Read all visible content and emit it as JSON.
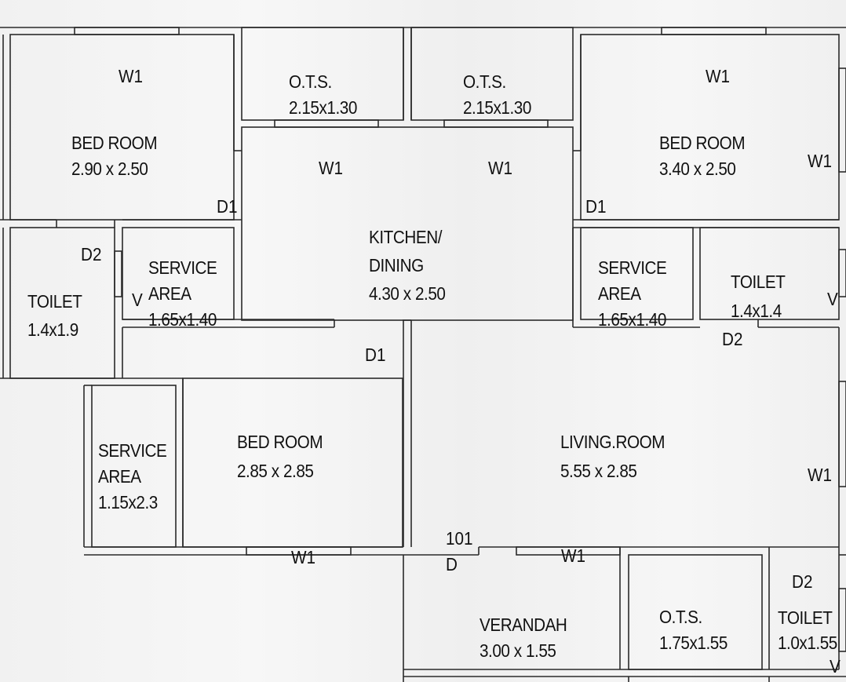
{
  "plan": {
    "unit_number": "101",
    "line_color": "#2a2a2a",
    "background_color": "#f3f3f3",
    "rooms": [
      {
        "id": "bedroom-1",
        "name": "BED ROOM",
        "dim": "2.90 x 2.50"
      },
      {
        "id": "ots-1",
        "name": "O.T.S.",
        "dim": "2.15x1.30"
      },
      {
        "id": "ots-2",
        "name": "O.T.S.",
        "dim": "2.15x1.30"
      },
      {
        "id": "bedroom-2",
        "name": "BED ROOM",
        "dim": "3.40 x 2.50"
      },
      {
        "id": "kitchen",
        "name": "KITCHEN/",
        "name2": "DINING",
        "dim": "4.30 x 2.50"
      },
      {
        "id": "toilet-1",
        "name": "TOILET",
        "dim": "1.4x1.9"
      },
      {
        "id": "service-1",
        "name": "SERVICE",
        "name2": "AREA",
        "dim": "1.65x1.40"
      },
      {
        "id": "service-2",
        "name": "SERVICE",
        "name2": "AREA",
        "dim": "1.65x1.40"
      },
      {
        "id": "toilet-2",
        "name": "TOILET",
        "dim": "1.4x1.4"
      },
      {
        "id": "service-3",
        "name": "SERVICE",
        "name2": "AREA",
        "dim": "1.15x2.3"
      },
      {
        "id": "bedroom-3",
        "name": "BED ROOM",
        "dim": "2.85 x 2.85"
      },
      {
        "id": "living",
        "name": "LIVING.ROOM",
        "dim": "5.55 x 2.85"
      },
      {
        "id": "verandah",
        "name": "VERANDAH",
        "dim": "3.00 x 1.55"
      },
      {
        "id": "ots-3",
        "name": "O.T.S.",
        "dim": "1.75x1.55"
      },
      {
        "id": "toilet-3",
        "name": "TOILET",
        "dim": "1.0x1.55"
      }
    ],
    "marks": {
      "w1": "W1",
      "d1": "D1",
      "d2": "D2",
      "d": "D",
      "v": "V"
    }
  }
}
